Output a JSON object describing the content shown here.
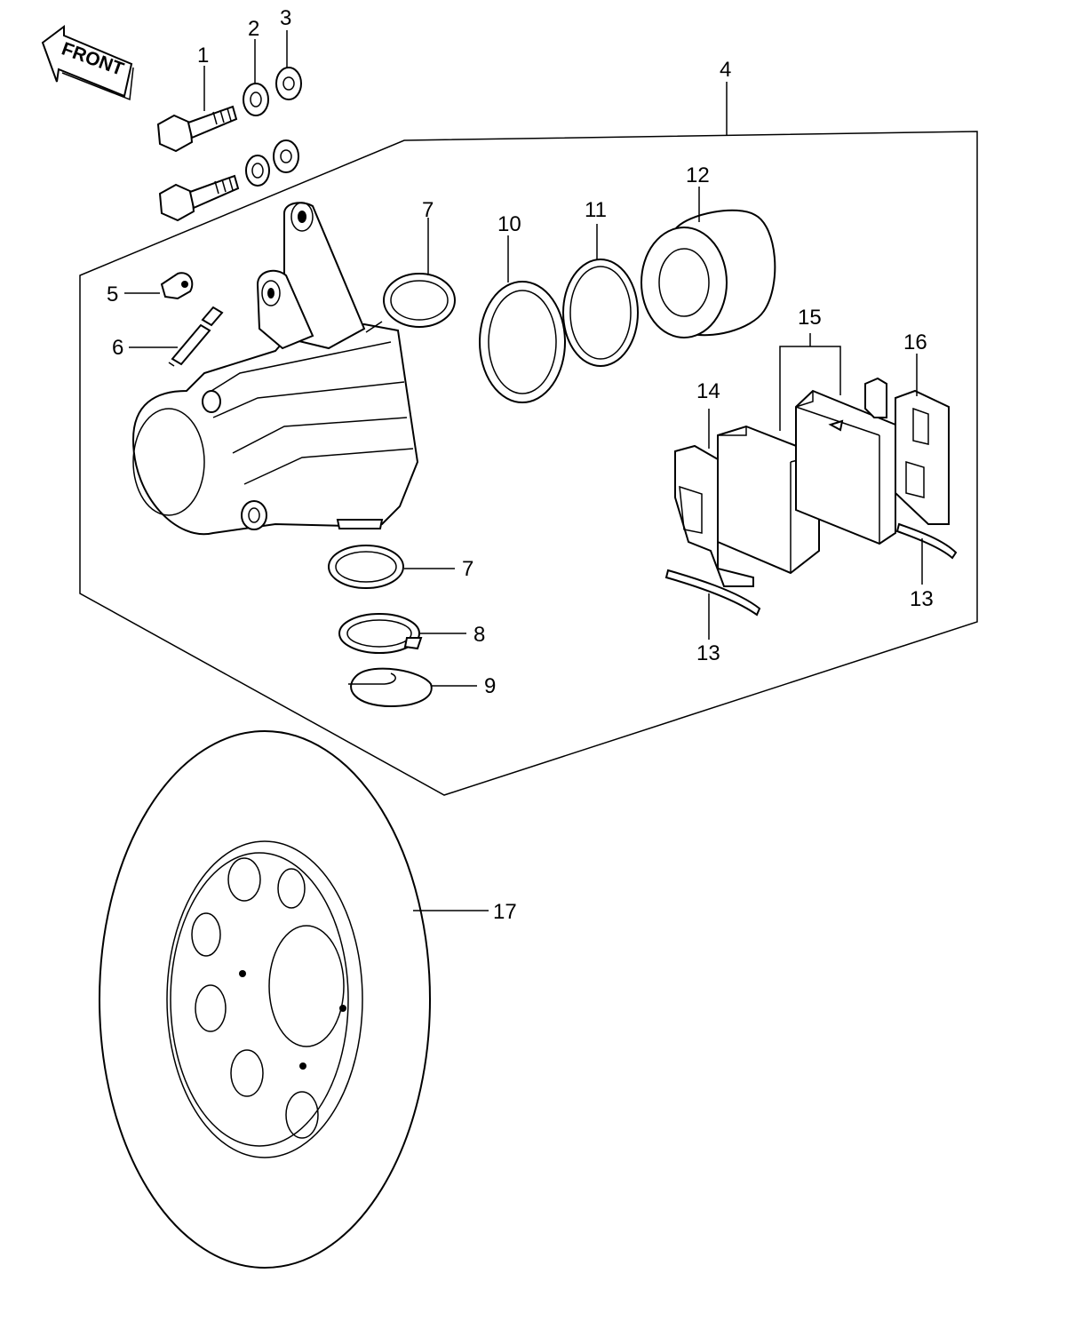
{
  "direction_label": "FRONT",
  "callouts": {
    "c1": "1",
    "c2": "2",
    "c3": "3",
    "c4": "4",
    "c5": "5",
    "c6": "6",
    "c7a": "7",
    "c7b": "7",
    "c8": "8",
    "c9": "9",
    "c10": "10",
    "c11": "11",
    "c12": "12",
    "c13a": "13",
    "c13b": "13",
    "c14": "14",
    "c15": "15",
    "c16": "16",
    "c17": "17"
  }
}
